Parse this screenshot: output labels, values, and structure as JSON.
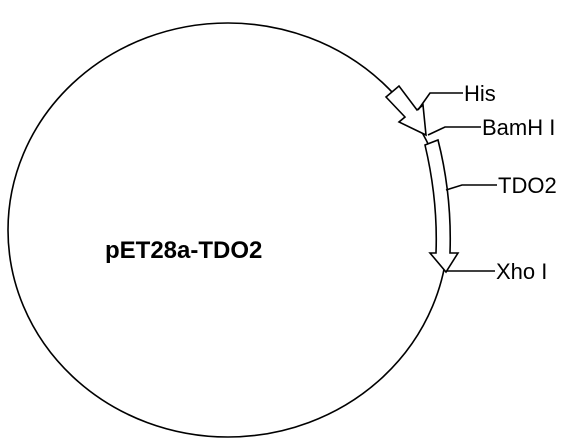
{
  "plasmid": {
    "name": "pET28a-TDO2"
  },
  "features": {
    "his": {
      "label": "His"
    },
    "bamh1": {
      "label": "BamH I"
    },
    "tdo2": {
      "label": "TDO2"
    },
    "xho1": {
      "label": "Xho I"
    }
  },
  "colors": {
    "stroke": "#000000",
    "background": "#ffffff"
  }
}
